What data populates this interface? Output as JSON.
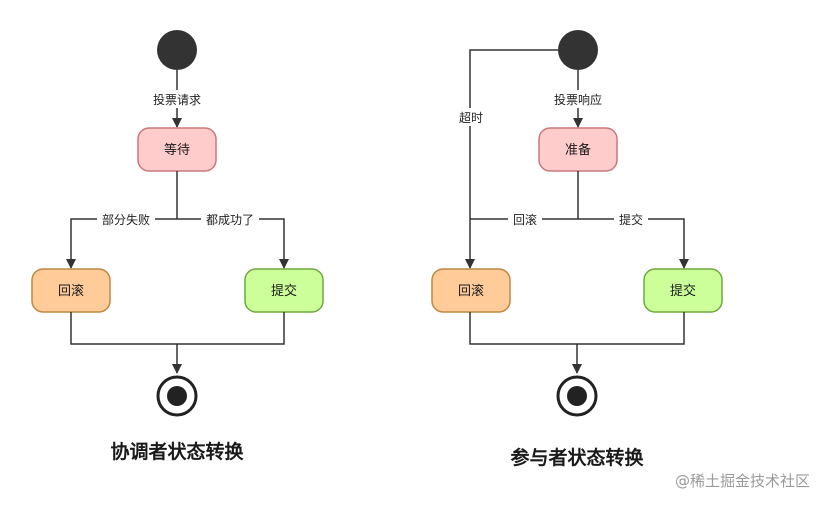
{
  "colors": {
    "line": "#333333",
    "initial_node": "#333333",
    "waiting_fill": "#ffcccc",
    "waiting_stroke": "#c8787a",
    "rollback_fill": "#ffcc99",
    "rollback_stroke": "#bb8844",
    "commit_fill": "#ccff99",
    "commit_stroke": "#6fa83f",
    "final_node": "#222222",
    "watermark": "#9a9a9a"
  },
  "coordinator": {
    "title": "协调者状态转换",
    "edge_vote_request": "投票请求",
    "node_waiting": "等待",
    "edge_partial_fail": "部分失败",
    "edge_all_success": "都成功了",
    "node_rollback": "回滚",
    "node_commit": "提交"
  },
  "participant": {
    "title": "参与者状态转换",
    "edge_timeout": "超时",
    "edge_vote_response": "投票响应",
    "node_ready": "准备",
    "edge_rollback": "回滚",
    "edge_commit": "提交",
    "node_rollback": "回滚",
    "node_commit": "提交"
  },
  "watermark": "@稀土掘金技术社区"
}
